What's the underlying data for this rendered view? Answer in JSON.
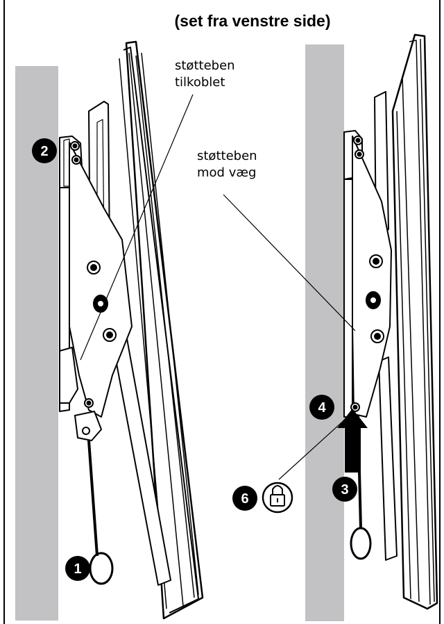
{
  "caption": "(set fra venstre side)",
  "labels": {
    "left_line1": "støtteben",
    "left_line2": "tilkoblet",
    "right_line1": "støtteben",
    "right_line2": "mod væg"
  },
  "steps": {
    "one": "1",
    "two": "2",
    "three": "3",
    "four": "4",
    "six": "6"
  },
  "icons": {
    "lock": "padlock-icon",
    "arrow": "up-arrow-icon"
  },
  "colors": {
    "wall": "#c2c2c4",
    "ink": "#000000",
    "paper": "#ffffff"
  }
}
